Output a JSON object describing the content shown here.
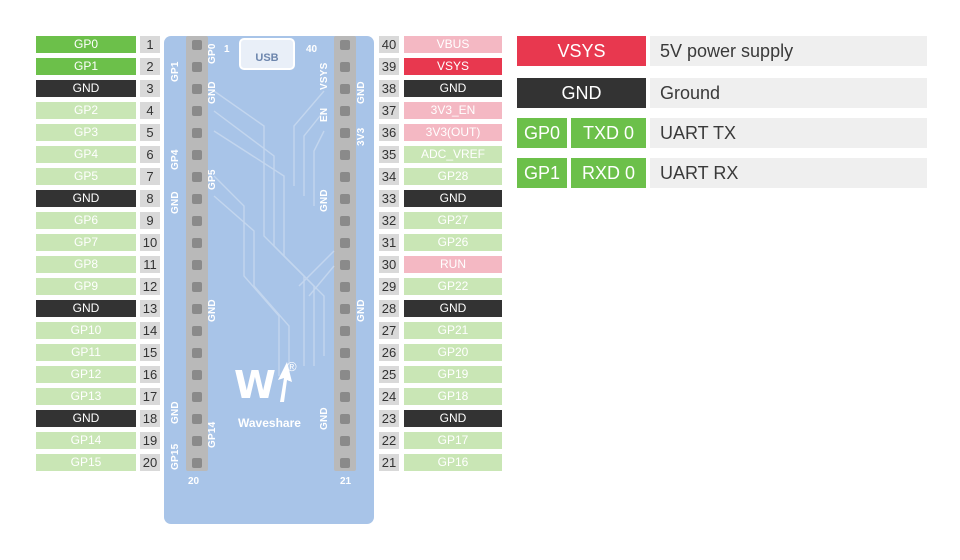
{
  "left_pins": [
    {
      "label": "GP0",
      "num": "1",
      "bg": "#6cc04a",
      "fg": "#ffffff"
    },
    {
      "label": "GP1",
      "num": "2",
      "bg": "#6cc04a",
      "fg": "#ffffff"
    },
    {
      "label": "GND",
      "num": "3",
      "bg": "#333333",
      "fg": "#ffffff"
    },
    {
      "label": "GP2",
      "num": "4",
      "bg": "#c9e6b5",
      "fg": "#ffffff"
    },
    {
      "label": "GP3",
      "num": "5",
      "bg": "#c9e6b5",
      "fg": "#ffffff"
    },
    {
      "label": "GP4",
      "num": "6",
      "bg": "#c9e6b5",
      "fg": "#ffffff"
    },
    {
      "label": "GP5",
      "num": "7",
      "bg": "#c9e6b5",
      "fg": "#ffffff"
    },
    {
      "label": "GND",
      "num": "8",
      "bg": "#333333",
      "fg": "#ffffff"
    },
    {
      "label": "GP6",
      "num": "9",
      "bg": "#c9e6b5",
      "fg": "#ffffff"
    },
    {
      "label": "GP7",
      "num": "10",
      "bg": "#c9e6b5",
      "fg": "#ffffff"
    },
    {
      "label": "GP8",
      "num": "11",
      "bg": "#c9e6b5",
      "fg": "#ffffff"
    },
    {
      "label": "GP9",
      "num": "12",
      "bg": "#c9e6b5",
      "fg": "#ffffff"
    },
    {
      "label": "GND",
      "num": "13",
      "bg": "#333333",
      "fg": "#ffffff"
    },
    {
      "label": "GP10",
      "num": "14",
      "bg": "#c9e6b5",
      "fg": "#ffffff"
    },
    {
      "label": "GP11",
      "num": "15",
      "bg": "#c9e6b5",
      "fg": "#ffffff"
    },
    {
      "label": "GP12",
      "num": "16",
      "bg": "#c9e6b5",
      "fg": "#ffffff"
    },
    {
      "label": "GP13",
      "num": "17",
      "bg": "#c9e6b5",
      "fg": "#ffffff"
    },
    {
      "label": "GND",
      "num": "18",
      "bg": "#333333",
      "fg": "#ffffff"
    },
    {
      "label": "GP14",
      "num": "19",
      "bg": "#c9e6b5",
      "fg": "#ffffff"
    },
    {
      "label": "GP15",
      "num": "20",
      "bg": "#c9e6b5",
      "fg": "#ffffff"
    }
  ],
  "right_pins": [
    {
      "label": "VBUS",
      "num": "40",
      "bg": "#f4b8c3",
      "fg": "#ffffff"
    },
    {
      "label": "VSYS",
      "num": "39",
      "bg": "#e8384f",
      "fg": "#ffffff"
    },
    {
      "label": "GND",
      "num": "38",
      "bg": "#333333",
      "fg": "#ffffff"
    },
    {
      "label": "3V3_EN",
      "num": "37",
      "bg": "#f4b8c3",
      "fg": "#ffffff"
    },
    {
      "label": "3V3(OUT)",
      "num": "36",
      "bg": "#f4b8c3",
      "fg": "#ffffff"
    },
    {
      "label": "ADC_VREF",
      "num": "35",
      "bg": "#c9e6b5",
      "fg": "#ffffff"
    },
    {
      "label": "GP28",
      "num": "34",
      "bg": "#c9e6b5",
      "fg": "#ffffff"
    },
    {
      "label": "GND",
      "num": "33",
      "bg": "#333333",
      "fg": "#ffffff"
    },
    {
      "label": "GP27",
      "num": "32",
      "bg": "#c9e6b5",
      "fg": "#ffffff"
    },
    {
      "label": "GP26",
      "num": "31",
      "bg": "#c9e6b5",
      "fg": "#ffffff"
    },
    {
      "label": "RUN",
      "num": "30",
      "bg": "#f4b8c3",
      "fg": "#ffffff"
    },
    {
      "label": "GP22",
      "num": "29",
      "bg": "#c9e6b5",
      "fg": "#ffffff"
    },
    {
      "label": "GND",
      "num": "28",
      "bg": "#333333",
      "fg": "#ffffff"
    },
    {
      "label": "GP21",
      "num": "27",
      "bg": "#c9e6b5",
      "fg": "#ffffff"
    },
    {
      "label": "GP20",
      "num": "26",
      "bg": "#c9e6b5",
      "fg": "#ffffff"
    },
    {
      "label": "GP19",
      "num": "25",
      "bg": "#c9e6b5",
      "fg": "#ffffff"
    },
    {
      "label": "GP18",
      "num": "24",
      "bg": "#c9e6b5",
      "fg": "#ffffff"
    },
    {
      "label": "GND",
      "num": "23",
      "bg": "#333333",
      "fg": "#ffffff"
    },
    {
      "label": "GP17",
      "num": "22",
      "bg": "#c9e6b5",
      "fg": "#ffffff"
    },
    {
      "label": "GP16",
      "num": "21",
      "bg": "#c9e6b5",
      "fg": "#ffffff"
    }
  ],
  "board": {
    "usb_label": "USB",
    "brand": "Waveshare",
    "logo_text": "W",
    "registered_mark": "®",
    "corner_pin_1": "1",
    "corner_pin_40": "40",
    "corner_pin_20": "20",
    "corner_pin_21": "21",
    "left_silk": [
      "GP0",
      "GP1",
      "GND",
      "GP4",
      "GP5",
      "GND",
      "GND",
      "GND",
      "GP14",
      "GP15"
    ],
    "right_silk": [
      "VSYS",
      "GND",
      "EN",
      "3V3",
      "GND",
      "GND",
      "GND"
    ]
  },
  "legend": [
    {
      "tag": "VSYS",
      "tag_bg": "#e8384f",
      "description": "5V power supply"
    },
    {
      "tag": "GND",
      "tag_bg": "#333333",
      "description": "Ground"
    },
    {
      "tag": "GP0",
      "tag2": "TXD 0",
      "tag_bg": "#6cc04a",
      "description": "UART TX"
    },
    {
      "tag": "GP1",
      "tag2": "RXD 0",
      "tag_bg": "#6cc04a",
      "description": "UART RX"
    }
  ]
}
